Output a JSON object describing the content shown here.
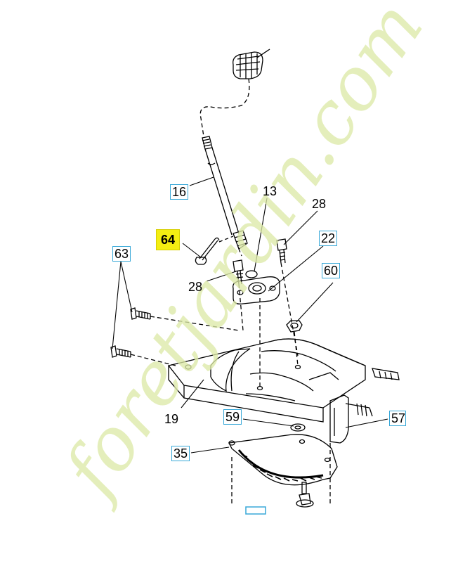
{
  "watermark": {
    "text": "foretjardin.com",
    "color_main": "#dce9a8",
    "color_dot": "#d8d4cc"
  },
  "highlight_color": "#f4ee12",
  "callouts": {
    "c64": "64",
    "c16": "16",
    "c13": "13",
    "c28a": "28",
    "c22": "22",
    "c63": "63",
    "c28b": "28",
    "c60": "60",
    "c19": "19",
    "c59": "59",
    "c57": "57",
    "c35": "35"
  }
}
